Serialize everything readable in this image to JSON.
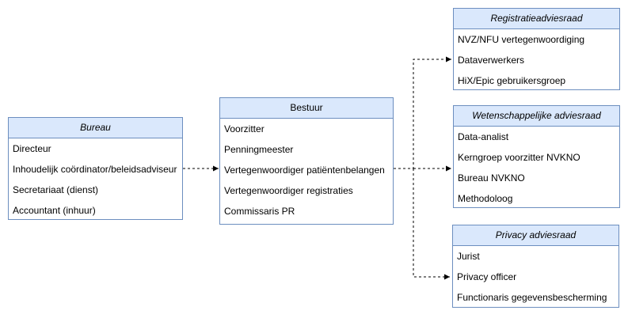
{
  "bureau": {
    "title": "Bureau",
    "items": [
      "Directeur",
      "Inhoudelijk coördinator/beleidsadviseur",
      "Secretariaat (dienst)",
      "Accountant (inhuur)"
    ]
  },
  "bestuur": {
    "title": "Bestuur",
    "items": [
      "Voorzitter",
      "Penningmeester",
      "Vertegenwoordiger patiëntenbelangen",
      "Vertegenwoordiger registraties",
      "Commissaris PR"
    ]
  },
  "registratieadviesraad": {
    "title": "Registratieadviesraad",
    "items": [
      "NVZ/NFU vertegenwoordiging",
      "Dataverwerkers",
      "HiX/Epic gebruikersgroep"
    ]
  },
  "wetenschappelijke_adviesraad": {
    "title": "Wetenschappelijke adviesraad",
    "items": [
      "Data-analist",
      "Kerngroep voorzitter NVKNO",
      "Bureau NVKNO",
      "Methodoloog"
    ]
  },
  "privacy_adviesraad": {
    "title": "Privacy adviesraad",
    "items": [
      "Jurist",
      "Privacy officer",
      "Functionaris gegevensbescherming"
    ]
  },
  "colors": {
    "header_fill": "#dae8fc",
    "border": "#6c8ebf",
    "connector": "#000000"
  }
}
